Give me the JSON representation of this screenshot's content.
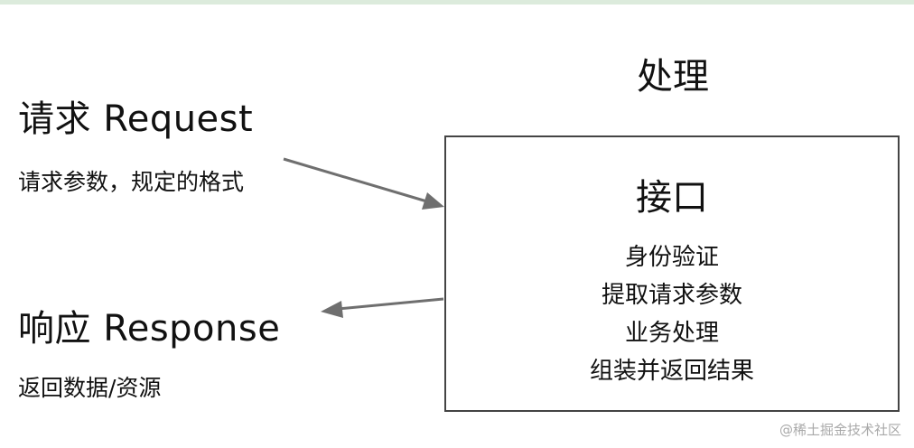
{
  "request": {
    "title": "请求 Request",
    "subtitle": "请求参数，规定的格式"
  },
  "response": {
    "title": "响应 Response",
    "subtitle": "返回数据/资源"
  },
  "process": {
    "label": "处理"
  },
  "interface": {
    "title": "接口",
    "steps": [
      "身份验证",
      "提取请求参数",
      "业务处理",
      "组装并返回结果"
    ]
  },
  "watermark": "@稀土掘金技术社区",
  "colors": {
    "arrow": "#6f6f6f",
    "box_border": "#444444",
    "text": "#111111",
    "top_strip": "#dcebdc"
  }
}
